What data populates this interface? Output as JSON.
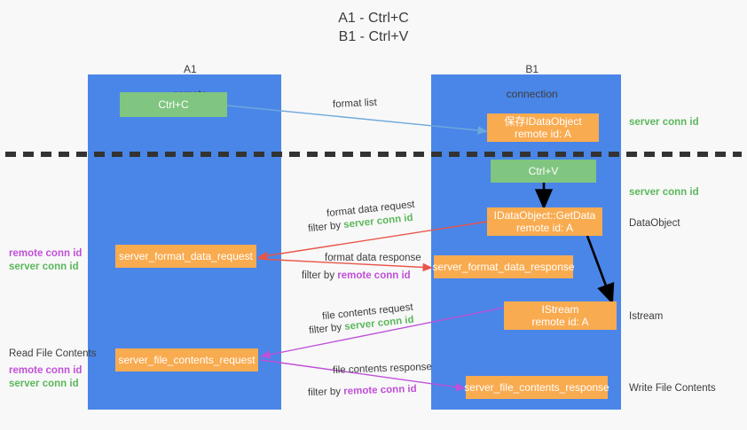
{
  "title": "A1 - Ctrl+C\nB1 - Ctrl+V",
  "colors": {
    "lane": "#4a86e8",
    "node_orange": "#f9ab50",
    "node_green": "#80c580",
    "server_conn_id": "#5bb75b",
    "remote_conn_id": "#c050d8",
    "arrow_red": "#e8564a",
    "arrow_purple": "#c050d8",
    "arrow_blue": "#6fa8dc",
    "arrow_black": "#000000",
    "background": "#f8f8f8"
  },
  "lanes": [
    {
      "id": "a1",
      "title": "A1",
      "subtitle": "remote"
    },
    {
      "id": "b1",
      "title": "B1",
      "subtitle": "connection"
    }
  ],
  "nodes": [
    {
      "id": "ctrl-c",
      "kind": "green",
      "line1": "Ctrl+C",
      "line2": ""
    },
    {
      "id": "idataobject",
      "kind": "orange",
      "line1": "保存IDataObject",
      "line2": "remote id: A"
    },
    {
      "id": "ctrl-v",
      "kind": "green",
      "line1": "Ctrl+V",
      "line2": ""
    },
    {
      "id": "getdata",
      "kind": "orange",
      "line1": "IDataObject::GetData",
      "line2": "remote id: A"
    },
    {
      "id": "fmt-req",
      "kind": "orange",
      "line1": "server_format_data_request",
      "line2": ""
    },
    {
      "id": "fmt-resp",
      "kind": "orange",
      "line1": "server_format_data_response",
      "line2": ""
    },
    {
      "id": "istream",
      "kind": "orange",
      "line1": "IStream",
      "line2": "remote id: A"
    },
    {
      "id": "file-req",
      "kind": "orange",
      "line1": "server_file_contents_request",
      "line2": ""
    },
    {
      "id": "file-resp",
      "kind": "orange",
      "line1": "server_file_contents_response",
      "line2": ""
    }
  ],
  "edge_labels": {
    "format_list": "format list",
    "format_data_request": "format data request",
    "format_data_response": "format data response",
    "file_contents_request": "file contents request",
    "file_contents_response": "file contents response",
    "filter_by": "filter by ",
    "server_conn_id": "server conn id",
    "remote_conn_id": "remote conn id"
  },
  "right_labels": [
    {
      "id": "right-server-conn-1",
      "text": "server conn id",
      "style": "green"
    },
    {
      "id": "right-server-conn-2",
      "text": "server conn id",
      "style": "green"
    },
    {
      "id": "right-dataobject",
      "text": "DataObject",
      "style": "plain"
    },
    {
      "id": "right-istream",
      "text": "Istream",
      "style": "plain"
    },
    {
      "id": "right-write-file",
      "text": "Write File Contents",
      "style": "plain"
    }
  ],
  "left_labels": {
    "read_file_contents": "Read File Contents",
    "remote_conn_id": "remote conn id",
    "server_conn_id": "server conn id"
  }
}
